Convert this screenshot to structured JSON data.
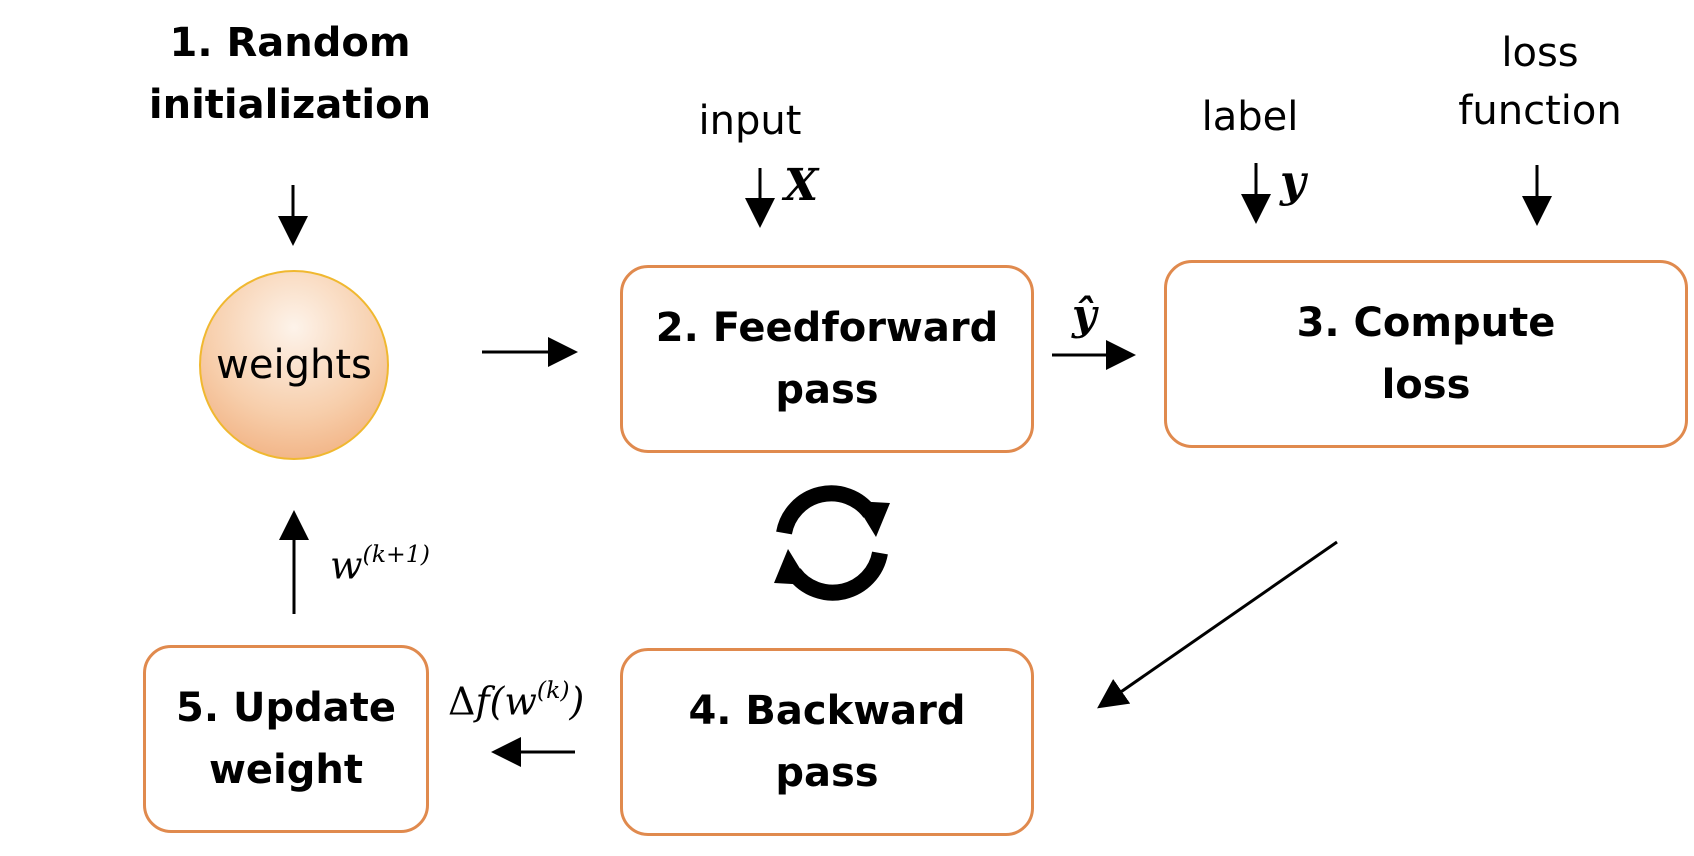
{
  "nodes": {
    "random_init": "1. Random\ninitialization",
    "weights": "weights",
    "feedforward": "2. Feedforward\npass",
    "compute_loss": "3. Compute\nloss",
    "backward": "4. Backward\npass",
    "update": "5. Update\nweight"
  },
  "inputs": {
    "input": "input",
    "input_symbol": "X",
    "label": "label",
    "label_symbol": "y",
    "loss_function": "loss\nfunction"
  },
  "edges": {
    "prediction": "ŷ",
    "gradient_prefix": "Δ",
    "gradient_func": "f",
    "gradient_arg": "(w",
    "gradient_sup": "(k)",
    "gradient_close": ")",
    "update_base": "w",
    "update_sup": "(k+1)"
  },
  "colors": {
    "box_border": "#e08a4e",
    "circle_border": "#f0b830",
    "circle_fill": "#f7ceab"
  },
  "icons": {
    "loop": "refresh-cycle-icon"
  }
}
